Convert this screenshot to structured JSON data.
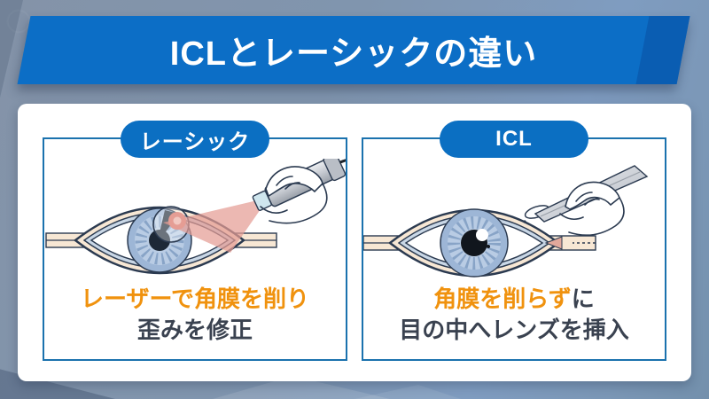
{
  "title": {
    "text": "ICLとレーシックの違い"
  },
  "colors": {
    "banner_blue": "#0c6ec6",
    "banner_blue_dark": "#0a5db2",
    "pill_blue": "#0b6fc2",
    "box_border_blue": "#1b72ae",
    "highlight_orange": "#f0920e",
    "text_dark": "#3a4250",
    "background_blue_gray": "#8095ae",
    "card_white": "#ffffff",
    "laser_beam_salmon": "#e59d94",
    "iris_blue": "#9db6d6",
    "skin_cream": "#f7e7d4"
  },
  "panels": [
    {
      "label": "レーシック",
      "caption": {
        "highlight": "レーザーで角膜を削り",
        "rest": "",
        "line2": "歪みを修正"
      }
    },
    {
      "label": "ICL",
      "caption": {
        "highlight": "角膜を削らず",
        "rest": "に",
        "line2": "目の中へレンズを挿入"
      }
    }
  ]
}
